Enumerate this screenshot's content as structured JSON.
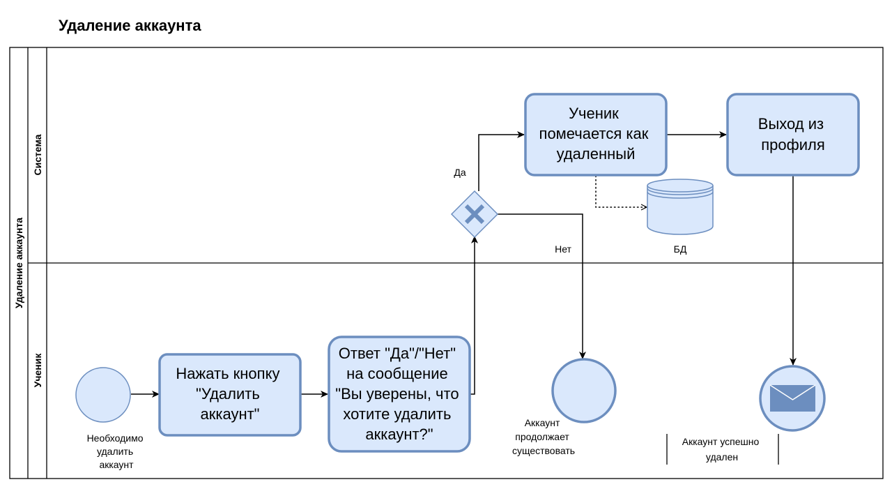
{
  "title": "Удаление аккаунта",
  "pool": {
    "label": "Удаление аккаунта",
    "lanes": [
      "Система",
      "Ученик"
    ]
  },
  "tasks": {
    "press_button": [
      "Нажать кнопку",
      "\"Удалить",
      "аккаунт\""
    ],
    "answer": [
      "Ответ \"Да\"/\"Нет\"",
      "на сообщение",
      "\"Вы уверены, что",
      "хотите удалить",
      "аккаунт?\""
    ],
    "mark_deleted": [
      "Ученик",
      "помечается как",
      "удаленный"
    ],
    "exit_profile": [
      "Выход из",
      "профиля"
    ]
  },
  "events": {
    "start": [
      "Необходимо",
      "удалить",
      "аккаунт"
    ],
    "continues": [
      "Аккаунт",
      "продолжает",
      "существовать"
    ],
    "deleted": [
      "Аккаунт успешно",
      "удален"
    ]
  },
  "gateway": {
    "yes_label": "Да",
    "no_label": "Нет"
  },
  "datastore": {
    "label": "БД"
  },
  "colors": {
    "fill": "#dae8fc",
    "stroke": "#6c8ebf",
    "icon": "#6c8ebf"
  }
}
